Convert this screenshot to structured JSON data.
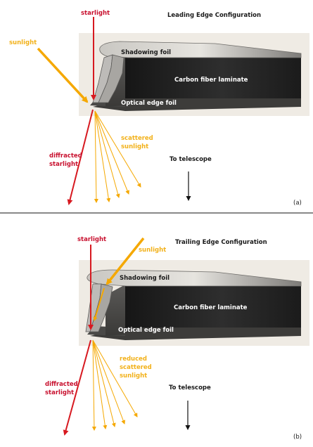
{
  "panel_a": {
    "title": "Leading Edge Configuration",
    "label_starlight": "starlight",
    "label_sunlight": "sunlight",
    "label_shadowing_foil": "Shadowing foil",
    "label_carbon": "Carbon fiber laminate",
    "label_optical_edge": "Optical edge foil",
    "label_diffracted_1": "diffracted",
    "label_diffracted_2": "starlight",
    "label_scattered_1": "scattered",
    "label_scattered_2": "sunlight",
    "label_telescope": "To telescope",
    "panel_tag": "(a)"
  },
  "panel_b": {
    "title": "Trailing Edge Configuration",
    "label_starlight": "starlight",
    "label_sunlight": "sunlight",
    "label_shadowing_foil": "Shadowing foil",
    "label_carbon": "Carbon fiber laminate",
    "label_optical_edge": "Optical edge foil",
    "label_diffracted_1": "diffracted",
    "label_diffracted_2": "starlight",
    "label_scattered_1": "reduced",
    "label_scattered_2": "scattered",
    "label_scattered_3": "sunlight",
    "label_telescope": "To telescope",
    "panel_tag": "(b)"
  },
  "colors": {
    "starlight_red": "#d71920",
    "sunlight_orange": "#f5a800",
    "label_red": "#c8102e",
    "label_orange": "#f2b11a",
    "text_dark": "#1a1a1a",
    "panel_bg": "#efebe4",
    "foil_light": "#dcdad6",
    "carbon_dark": "#262626"
  }
}
